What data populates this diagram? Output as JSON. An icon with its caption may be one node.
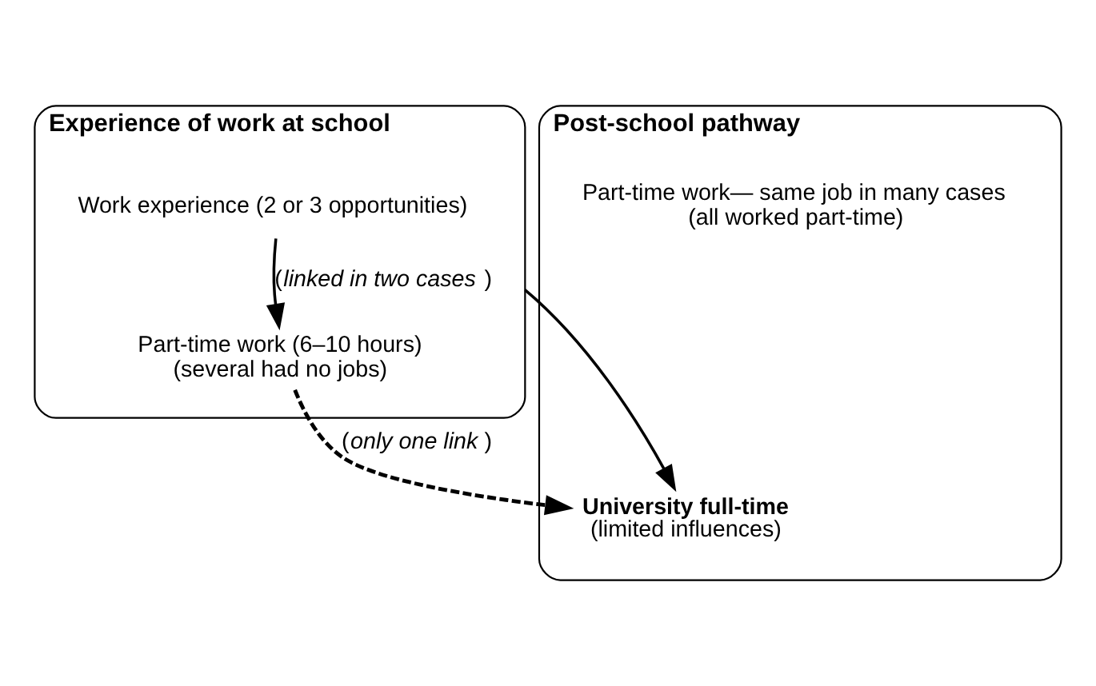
{
  "diagram": {
    "nodes": [
      {
        "text": [
          "Experience of work at school"
        ]
      },
      {
        "text": [
          "Work experience (2 or 3 opportunities)"
        ],
        "in": 0
      },
      {
        "text": [
          "Part-time work (6–10 hours)",
          "(several had no jobs)"
        ],
        "in": 0
      },
      {
        "text": [
          "Post-school pathway"
        ]
      },
      {
        "text": [
          "University full-time",
          "(limited influences)"
        ],
        "in": 3
      },
      {
        "text": [
          "Part-time work— same job in many cases",
          "(all worked part-time)"
        ],
        "in": 3
      }
    ],
    "edges": [
      {
        "from": 0,
        "to": 4,
        "arrow": "to"
      },
      {
        "from": 1,
        "to": 2,
        "arrow": "to",
        "label": "(*linked in two cases*)"
      },
      {
        "from": 2,
        "to": 4,
        "arrow": "to",
        "label": "(*only one link*)",
        "style": "dashed"
      }
    ]
  }
}
